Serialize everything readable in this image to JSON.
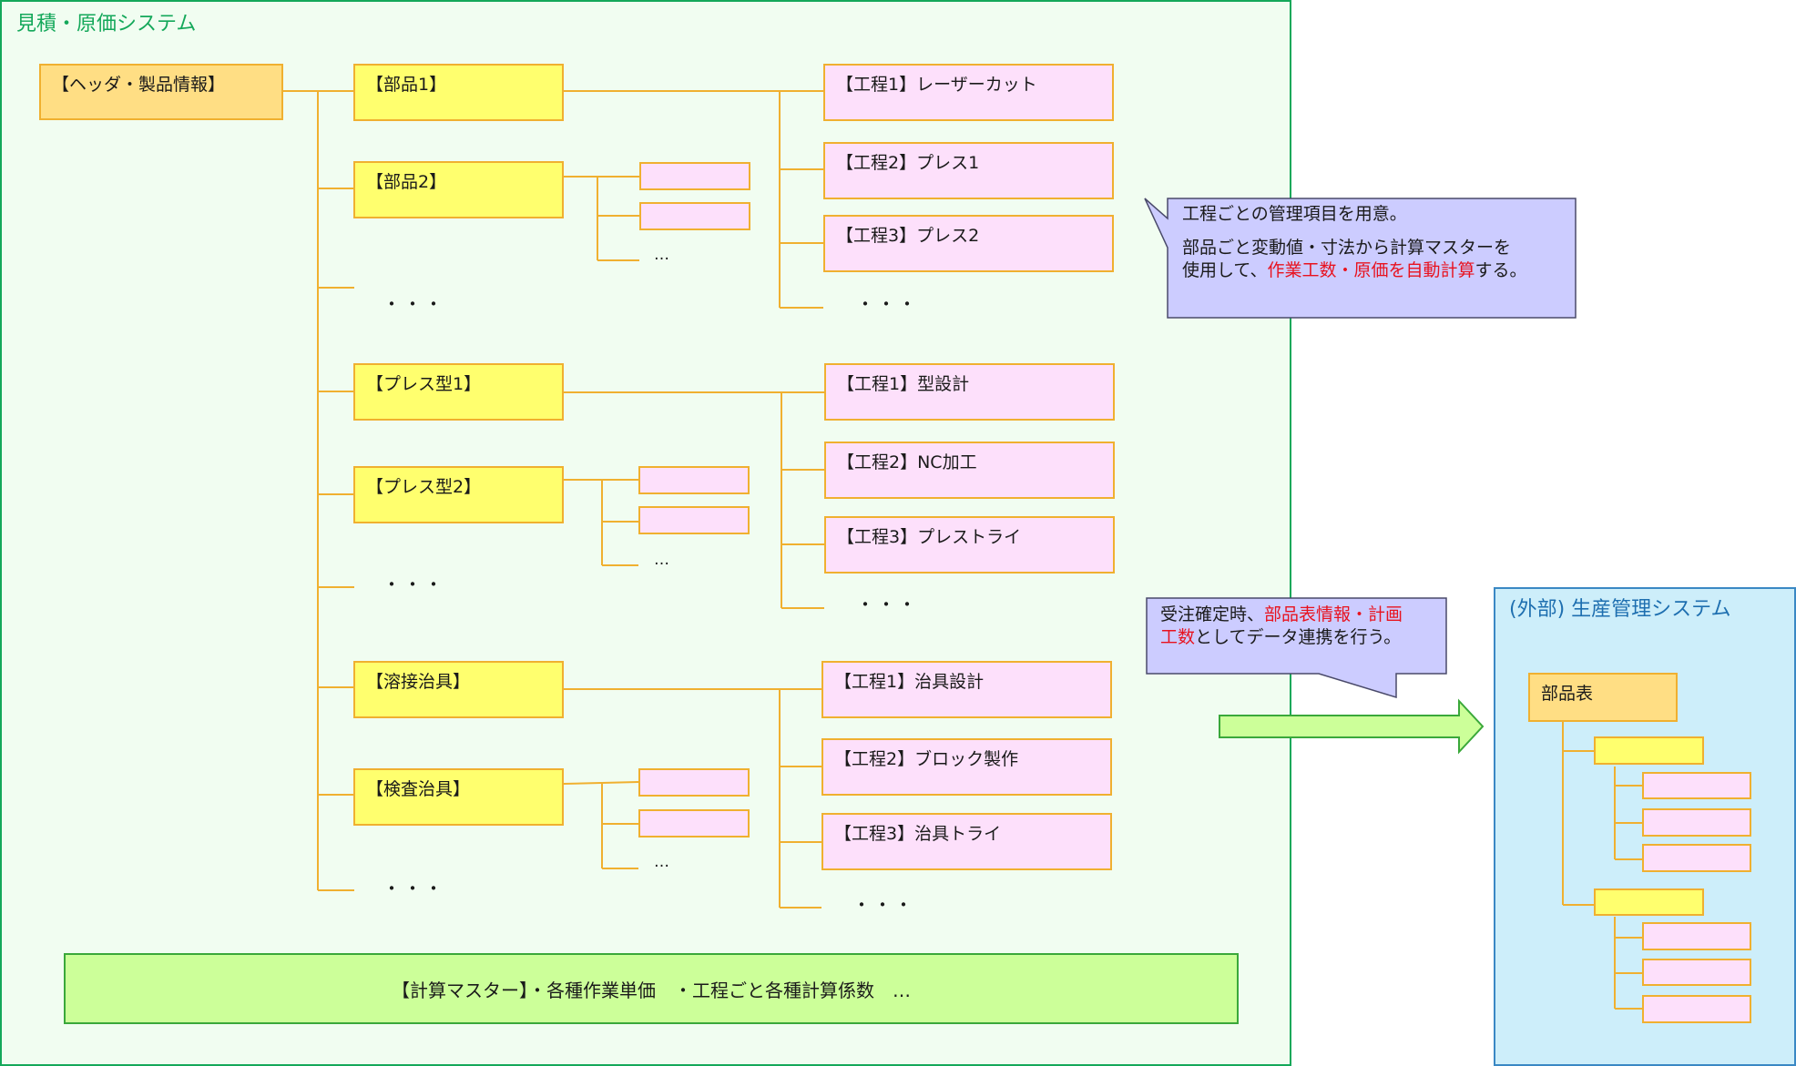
{
  "main_system": {
    "title": "見積・原価システム"
  },
  "header_box": "【ヘッダ・製品情報】",
  "parts": {
    "part1": "【部品1】",
    "part2": "【部品2】",
    "press1": "【プレス型1】",
    "press2": "【プレス型2】",
    "weld": "【溶接治具】",
    "inspect": "【検査治具】"
  },
  "processes": {
    "p1_1": "【工程1】レーザーカット",
    "p1_2": "【工程2】プレス1",
    "p1_3": "【工程3】プレス2",
    "pr_1": "【工程1】型設計",
    "pr_2": "【工程2】NC加工",
    "pr_3": "【工程3】プレストライ",
    "w_1": "【工程1】治具設計",
    "w_2": "【工程2】ブロック製作",
    "w_3": "【工程3】治具トライ"
  },
  "dots": "・・・",
  "ellipsis": "…",
  "callout_top": {
    "line1": "工程ごとの管理項目を用意。",
    "line2": "部品ごと変動値・寸法から計算マスターを",
    "line3_pre": "使用して、",
    "line3_red": "作業工数・原価を自動計算",
    "line3_post": "する。"
  },
  "callout_bottom": {
    "line1_pre": "受注確定時、",
    "line1_red": "部品表情報・計画",
    "line2_red": "工数",
    "line2_post": "としてデータ連携を行う。"
  },
  "master_box": "【計算マスター】・各種作業単価　・工程ごと各種計算係数　…",
  "external_system": {
    "title": "(外部) 生産管理システム",
    "bom_label": "部品表"
  },
  "colors": {
    "main_border": "#14a85a",
    "main_bg": "#f1fdf1",
    "ext_border": "#3a88c4",
    "ext_bg": "#cdeefa",
    "connector": "#f0b030",
    "part_fill": "#ffff6e",
    "process_fill": "#fde0fb",
    "header_fill": "#ffde84",
    "master_fill": "#ccff99",
    "callout_fill": "#ccccff",
    "arrow_fill": "#ccff99",
    "highlight_red": "#e8121e"
  }
}
